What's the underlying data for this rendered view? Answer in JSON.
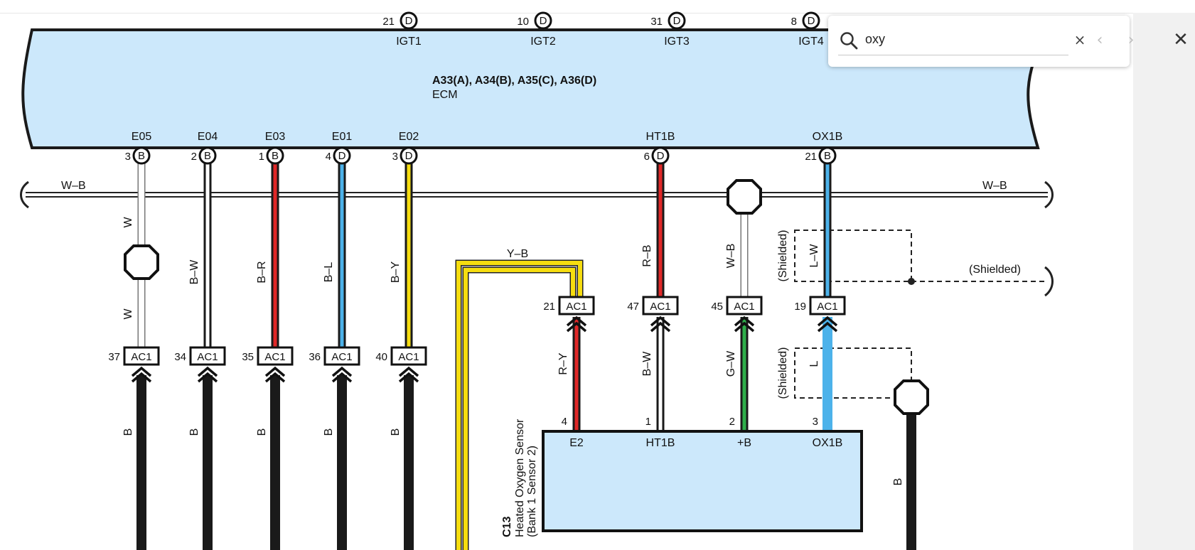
{
  "ecm": {
    "title": "A33(A), A34(B), A35(C), A36(D)",
    "name": "ECM",
    "top_pins": [
      {
        "num": "21",
        "conn": "D",
        "label": "IGT1"
      },
      {
        "num": "10",
        "conn": "D",
        "label": "IGT2"
      },
      {
        "num": "31",
        "conn": "D",
        "label": "IGT3"
      },
      {
        "num": "8",
        "conn": "D",
        "label": "IGT4"
      }
    ],
    "bottom_pins": [
      {
        "num": "3",
        "conn": "B",
        "label": "E05"
      },
      {
        "num": "2",
        "conn": "B",
        "label": "E04"
      },
      {
        "num": "1",
        "conn": "B",
        "label": "E03"
      },
      {
        "num": "4",
        "conn": "D",
        "label": "E01"
      },
      {
        "num": "3",
        "conn": "D",
        "label": "E02"
      },
      {
        "num": "6",
        "conn": "D",
        "label": "HT1B"
      },
      {
        "num": "21",
        "conn": "B",
        "label": "OX1B"
      }
    ]
  },
  "bus": {
    "left_label": "W–B",
    "right_label": "W–B"
  },
  "wire_labels": {
    "w1": "W",
    "w1b": "W",
    "bw": "B–W",
    "br": "B–R",
    "bl": "B–L",
    "by": "B–Y",
    "yb": "Y–B",
    "rb": "R–B",
    "wb": "W–B",
    "lw": "L–W",
    "ry": "R–Y",
    "bw2": "B–W",
    "gw": "G–W",
    "l": "L",
    "b1": "B",
    "b2": "B",
    "b3": "B",
    "b4": "B",
    "b5": "B",
    "b6": "B"
  },
  "shielded": {
    "upper": "(Shielded)",
    "upper_right": "(Shielded)",
    "lower": "(Shielded)"
  },
  "ac1_lower": [
    {
      "num": "37",
      "name": "AC1"
    },
    {
      "num": "34",
      "name": "AC1"
    },
    {
      "num": "35",
      "name": "AC1"
    },
    {
      "num": "36",
      "name": "AC1"
    },
    {
      "num": "40",
      "name": "AC1"
    }
  ],
  "ac1_upper": [
    {
      "num": "21",
      "name": "AC1"
    },
    {
      "num": "47",
      "name": "AC1"
    },
    {
      "num": "45",
      "name": "AC1"
    },
    {
      "num": "19",
      "name": "AC1"
    }
  ],
  "sensor": {
    "code": "C13",
    "name_line1": "Heated Oxygen Sensor",
    "name_line2": "(Bank 1 Sensor 2)",
    "pins": [
      {
        "num": "4",
        "label": "E2"
      },
      {
        "num": "1",
        "label": "HT1B"
      },
      {
        "num": "2",
        "label": "+B"
      },
      {
        "num": "3",
        "label": "OX1B"
      }
    ]
  },
  "colors": {
    "ecm_fill": "#cce8fb",
    "white_wire": "#ffffff",
    "red_wire": "#e02828",
    "blue_wire": "#4cb2ea",
    "yellow_wire": "#f6dd10",
    "green_wire": "#2fae4a",
    "black_wire": "#1a1a1a"
  },
  "find": {
    "value": "oxy",
    "clear_icon": "×",
    "prev_icon": "‹",
    "next_icon": "›",
    "close_icon": "✕"
  }
}
